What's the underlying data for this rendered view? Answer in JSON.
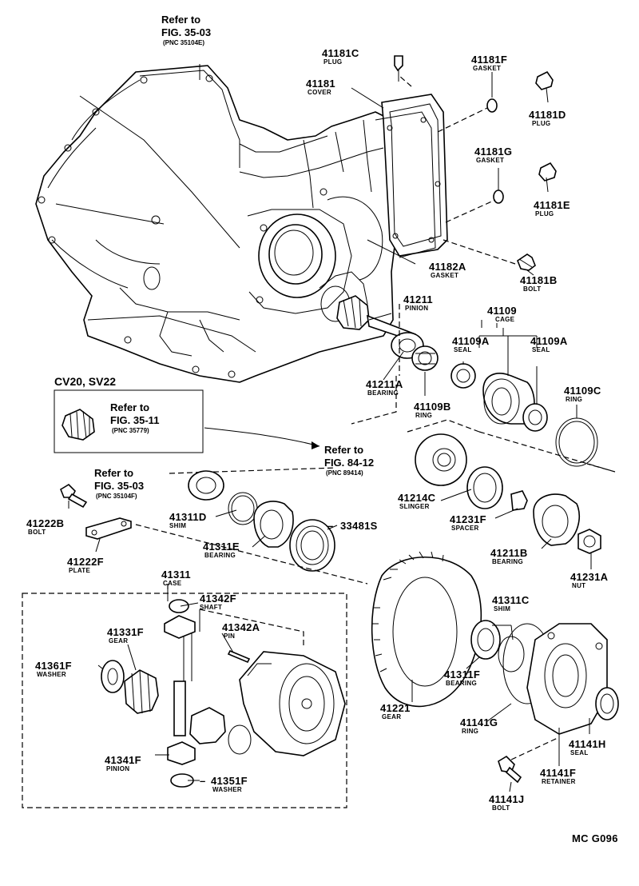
{
  "references": {
    "case_ref": {
      "line1": "Refer to",
      "line2": "FIG. 35-03",
      "pnc": "(PNC 35104E)"
    },
    "insert_ref": {
      "line1": "Refer to",
      "line2": "FIG. 35-11",
      "pnc": "(PNC 35779)"
    },
    "slinger_ref": {
      "line1": "Refer to",
      "line2": "FIG. 84-12",
      "pnc": "(PNC 89414)"
    },
    "seal_ref": {
      "line1": "Refer to",
      "line2": "FIG. 35-03",
      "pnc": "(PNC 35104F)"
    }
  },
  "variant_label": "CV20, SV22",
  "parts": {
    "p41181C": {
      "number": "41181C",
      "name": "PLUG"
    },
    "p41181F": {
      "number": "41181F",
      "name": "GASKET"
    },
    "p41181": {
      "number": "41181",
      "name": "COVER"
    },
    "p41181D": {
      "number": "41181D",
      "name": "PLUG"
    },
    "p41181G": {
      "number": "41181G",
      "name": "GASKET"
    },
    "p41181E": {
      "number": "41181E",
      "name": "PLUG"
    },
    "p41182A": {
      "number": "41182A",
      "name": "GASKET"
    },
    "p41181B": {
      "number": "41181B",
      "name": "BOLT"
    },
    "p41211": {
      "number": "41211",
      "name": "PINION"
    },
    "p41109": {
      "number": "41109",
      "name": "CAGE"
    },
    "p41109A_l": {
      "number": "41109A",
      "name": "SEAL"
    },
    "p41109A_r": {
      "number": "41109A",
      "name": "SEAL"
    },
    "p41211A": {
      "number": "41211A",
      "name": "BEARING"
    },
    "p41109B": {
      "number": "41109B",
      "name": "RING"
    },
    "p41109C": {
      "number": "41109C",
      "name": "RING"
    },
    "p41214C": {
      "number": "41214C",
      "name": "SLINGER"
    },
    "p41231F": {
      "number": "41231F",
      "name": "SPACER"
    },
    "p41222B": {
      "number": "41222B",
      "name": "BOLT"
    },
    "p41311D": {
      "number": "41311D",
      "name": "SHIM"
    },
    "p33481S": {
      "number": "33481S",
      "name": ""
    },
    "p41311E": {
      "number": "41311E",
      "name": "BEARING"
    },
    "p41211B": {
      "number": "41211B",
      "name": "BEARING"
    },
    "p41231A": {
      "number": "41231A",
      "name": "NUT"
    },
    "p41222F": {
      "number": "41222F",
      "name": "PLATE"
    },
    "p41311": {
      "number": "41311",
      "name": "CASE"
    },
    "p41342F": {
      "number": "41342F",
      "name": "SHAFT"
    },
    "p41342A": {
      "number": "41342A",
      "name": "PIN"
    },
    "p41331F": {
      "number": "41331F",
      "name": "GEAR"
    },
    "p41361F": {
      "number": "41361F",
      "name": "WASHER"
    },
    "p41311C": {
      "number": "41311C",
      "name": "SHIM"
    },
    "p41221": {
      "number": "41221",
      "name": "GEAR"
    },
    "p41311F": {
      "number": "41311F",
      "name": "BEARING"
    },
    "p41141G": {
      "number": "41141G",
      "name": "RING"
    },
    "p41141H": {
      "number": "41141H",
      "name": "SEAL"
    },
    "p41341F": {
      "number": "41341F",
      "name": "PINION"
    },
    "p41351F": {
      "number": "41351F",
      "name": "WASHER"
    },
    "p41141F": {
      "number": "41141F",
      "name": "RETAINER"
    },
    "p41141J": {
      "number": "41141J",
      "name": "BOLT"
    }
  },
  "figure_code": "MC G096"
}
